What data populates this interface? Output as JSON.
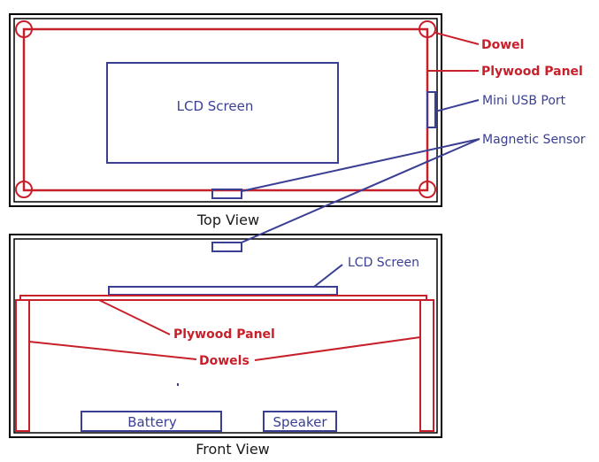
{
  "top_view": {
    "caption": "Top View",
    "lcd_label": "LCD Screen"
  },
  "front_view": {
    "caption": "Front View",
    "battery_label": "Battery",
    "speaker_label": "Speaker"
  },
  "callouts": {
    "dowel": "Dowel",
    "plywood_panel_top": "Plywood Panel",
    "mini_usb_port": "Mini USB Port",
    "magnetic_sensor": "Magnetic Sensor",
    "lcd_screen_front": "LCD Screen",
    "plywood_panel_front": "Plywood Panel",
    "dowels": "Dowels"
  },
  "colors": {
    "outline": "#000000",
    "panel": "#c8202b",
    "component": "#3a3f93"
  }
}
